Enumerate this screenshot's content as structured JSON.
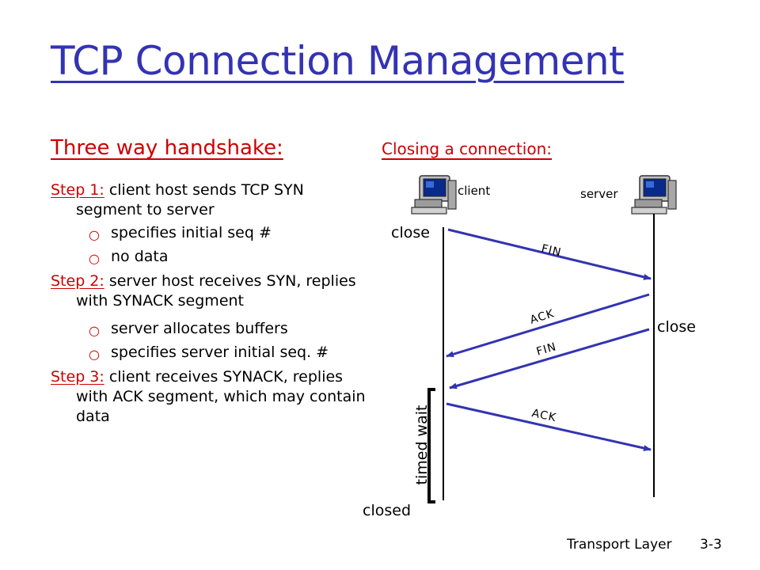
{
  "slide": {
    "title": "TCP Connection Management",
    "footer_left": "Transport Layer",
    "footer_right": "3-3"
  },
  "handshake": {
    "heading": "Three way handshake:",
    "steps": [
      {
        "label": "Step 1:",
        "text": " client host sends TCP SYN segment to server",
        "bullets": [
          "specifies initial seq #",
          "no data"
        ]
      },
      {
        "label": "Step 2:",
        "text": " server host receives SYN, replies with SYNACK segment",
        "bullets": [
          "server allocates buffers",
          "specifies server initial seq. #"
        ]
      },
      {
        "label": "Step 3:",
        "text": " client receives SYNACK, replies with ACK segment, which may contain data",
        "bullets": []
      }
    ]
  },
  "closing": {
    "heading": "Closing a connection:",
    "client_label": "client",
    "server_label": "server",
    "client_close": "close",
    "server_close": "close",
    "timed_wait": "timed wait",
    "closed": "closed",
    "messages": [
      "FIN",
      "ACK",
      "FIN",
      "ACK"
    ]
  },
  "colors": {
    "title": "#3333b3",
    "accent_red": "#cc0000",
    "arrow": "#3333b3"
  },
  "icons": {
    "client": "computer-icon",
    "server": "computer-icon",
    "bullet": "bullet-icon"
  }
}
